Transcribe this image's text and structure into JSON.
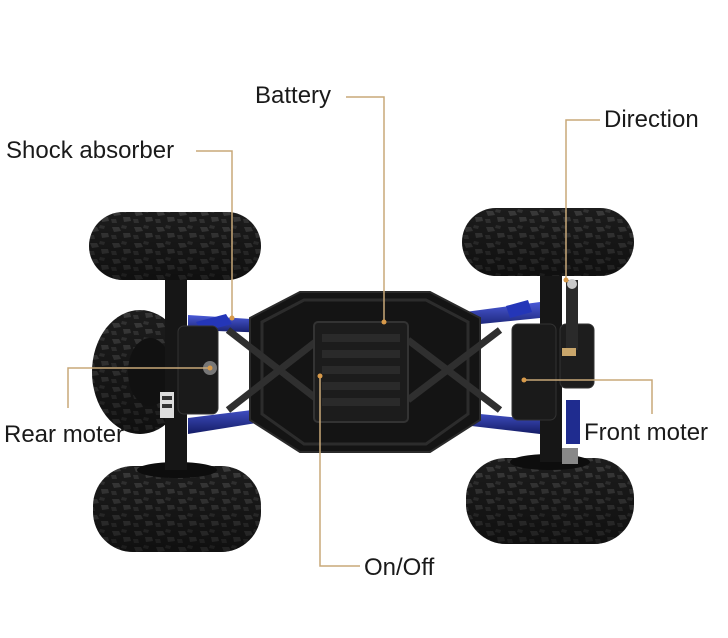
{
  "labels": {
    "battery": "Battery",
    "direction": "Direction",
    "shock_absorber": "Shock absorber",
    "rear_moter": "Rear moter",
    "front_moter": "Front moter",
    "on_off": "On/Off"
  },
  "colors": {
    "leader_line": "#c8a878",
    "leader_dot": "#d89a4a",
    "tire": "#1c1c1c",
    "tread": "#3a3a3a",
    "chassis": "#141414",
    "suspension_arm": "#1f2c8f",
    "arm_highlight": "#4a5ad8",
    "label_text": "#1a1a1a"
  },
  "icons": {
    "product": "rc-rock-crawler-underside"
  }
}
